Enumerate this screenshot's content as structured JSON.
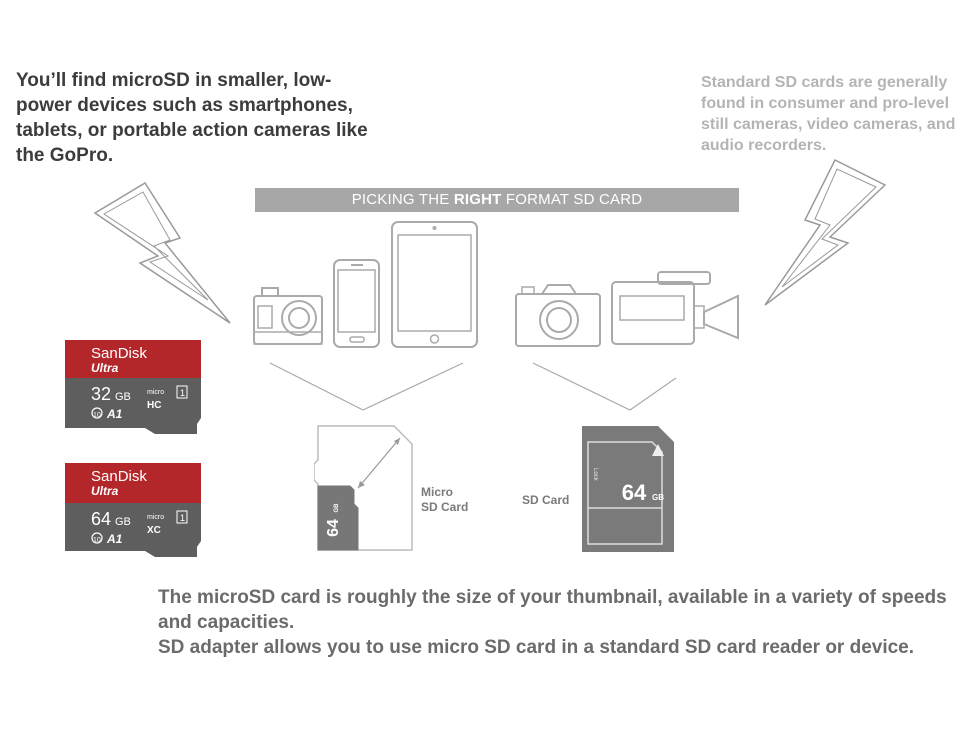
{
  "texts": {
    "left": "You’ll find microSD in smaller, low-power devices such as smartphones, tablets, or portable action cameras like the GoPro.",
    "right": "Standard SD cards are generally found in consumer and pro-level still cameras, video cameras, and audio recorders.",
    "banner_before": "PICKING THE ",
    "banner_bold": "RIGHT",
    "banner_after": " FORMAT SD CARD",
    "bottom_line1": "The microSD card is roughly the size of your thumbnail, available in a variety of speeds and capacities.",
    "bottom_line2": "SD adapter allows you to use micro SD card in a standard SD card reader or device."
  },
  "labels": {
    "micro_line1": "Micro",
    "micro_line2": "SD Card",
    "sd_card": "SD Card"
  },
  "cards": [
    {
      "brand": "SanDisk",
      "line": "Ultra",
      "capacity": "32",
      "unit": "GB",
      "format": "HC",
      "cls": "10",
      "app": "A1"
    },
    {
      "brand": "SanDisk",
      "line": "Ultra",
      "capacity": "64",
      "unit": "GB",
      "format": "XC",
      "cls": "10",
      "app": "A1"
    }
  ],
  "micro_card_label": "64",
  "micro_card_unit": "GB",
  "sd_card_capacity": "64",
  "sd_card_unit": "GB",
  "sd_lock": "Lock",
  "colors": {
    "card_red": "#b3262a",
    "card_gray": "#5e5e5e",
    "banner": "#a7a7a7",
    "icon_stroke": "#aaaaaa"
  }
}
